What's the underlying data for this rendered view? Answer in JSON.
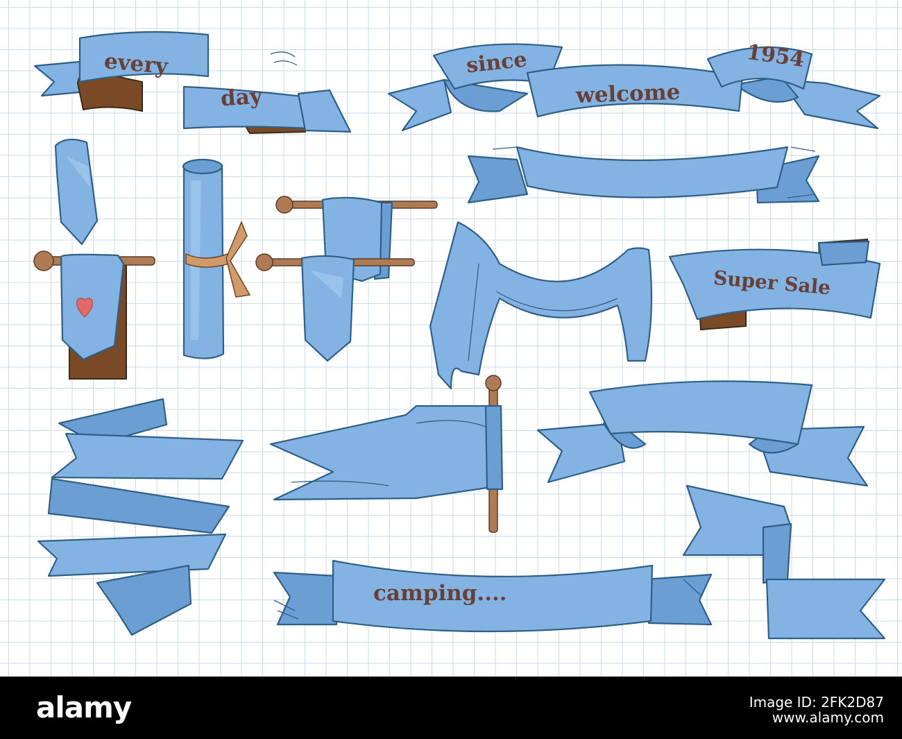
{
  "banners": {
    "every": "every",
    "day": "day",
    "since": "since",
    "welcome": "welcome",
    "year": "1954",
    "super_sale": "Super Sale",
    "camping": "camping...."
  },
  "footer": {
    "brand": "alamy",
    "image_id_line1": "Image ID: 2FK2D87",
    "image_id_line2": "www.alamy.com"
  },
  "colors": {
    "ribbon": "#82b3e3",
    "ribbon_outline": "#2f5f86",
    "ribbon_back": "#7a4a26",
    "text": "#6a3f36",
    "heart": "#e36a6a",
    "grid": "#c9dbe6"
  }
}
